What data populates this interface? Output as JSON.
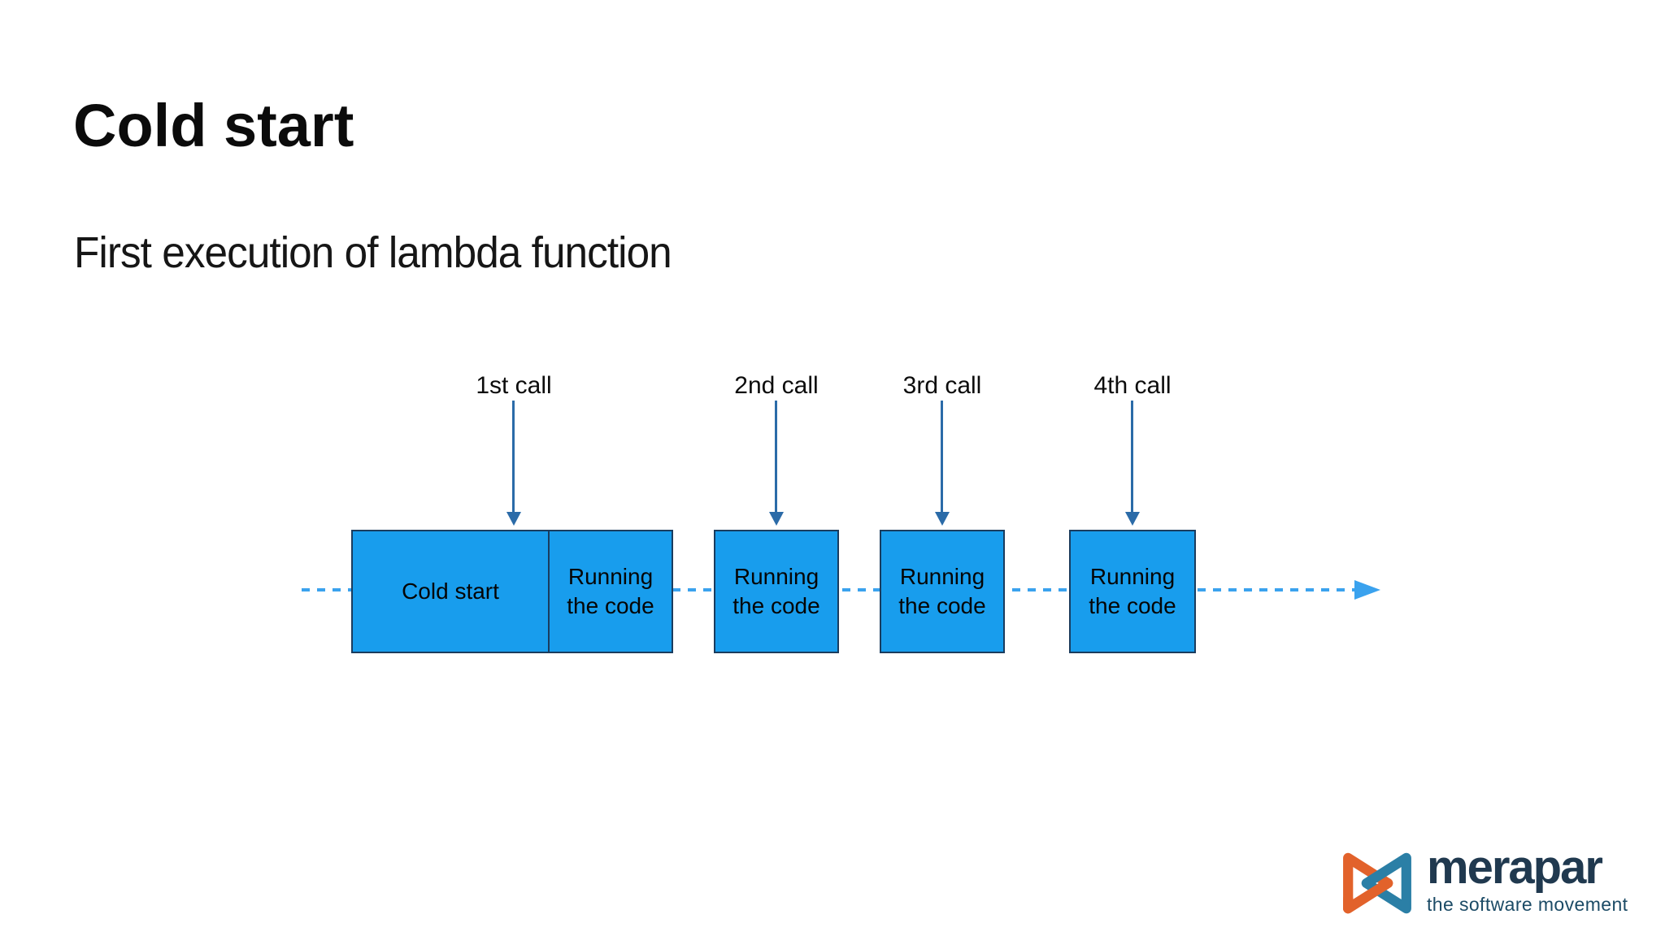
{
  "slide": {
    "title": "Cold start",
    "subtitle": "First execution of lambda function"
  },
  "diagram": {
    "calls": [
      {
        "label": "1st call"
      },
      {
        "label": "2nd call"
      },
      {
        "label": "3rd call"
      },
      {
        "label": "4th call"
      }
    ],
    "blocks": [
      {
        "cells": [
          "Cold start",
          "Running the code"
        ]
      },
      {
        "cells": [
          "Running the code"
        ]
      },
      {
        "cells": [
          "Running the code"
        ]
      },
      {
        "cells": [
          "Running the code"
        ]
      }
    ],
    "timeline_direction": "left-to-right",
    "colors": {
      "block_fill": "#189DED",
      "block_border": "#1A3C5E",
      "call_arrow": "#2B6BA8",
      "timeline_arrow": "#3AA2EE",
      "text": "#050505"
    }
  },
  "logo": {
    "brand": "merapar",
    "tagline": "the software movement",
    "colors": {
      "mark_orange": "#E2622B",
      "mark_teal": "#2B7FA6",
      "wordmark": "#20394F",
      "tagline_text": "#1C4B66"
    }
  }
}
